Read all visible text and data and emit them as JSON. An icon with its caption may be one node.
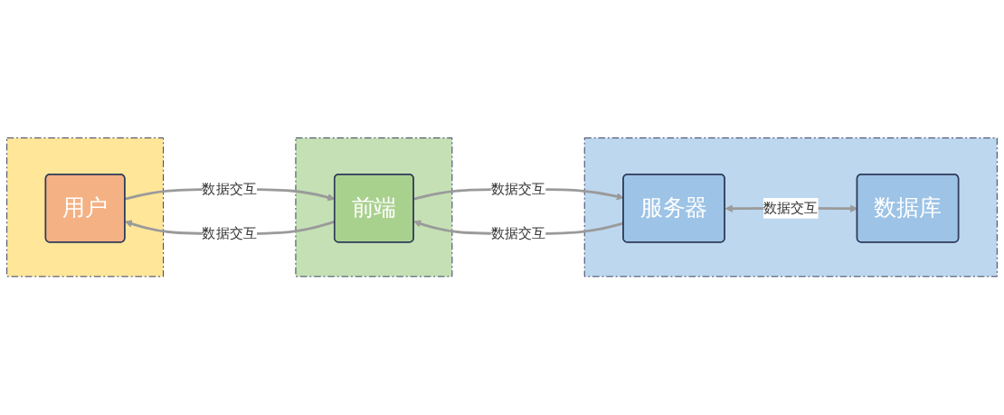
{
  "diagram": {
    "nodes": [
      {
        "text": [],
        "shape": "band"
      },
      {
        "text": [],
        "shape": "band"
      },
      {
        "text": [],
        "shape": "band"
      },
      {
        "text": [
          "用户"
        ],
        "in": 0
      },
      {
        "text": [
          "前端"
        ],
        "in": 1
      },
      {
        "text": [
          "服务器"
        ],
        "in": 2
      },
      {
        "text": [
          "数据库"
        ],
        "in": 2
      }
    ],
    "edges": [
      {
        "from": 3,
        "to": 4,
        "arrow": "to",
        "label": "数据交互"
      },
      {
        "from": 4,
        "to": 3,
        "arrow": "to",
        "label": "数据交互"
      },
      {
        "from": 4,
        "to": 5,
        "arrow": "to",
        "label": "数据交互"
      },
      {
        "from": 5,
        "to": 4,
        "arrow": "to",
        "label": "数据交互"
      },
      {
        "from": 5,
        "to": 6,
        "arrow": "both",
        "label": "数据交互"
      }
    ]
  }
}
